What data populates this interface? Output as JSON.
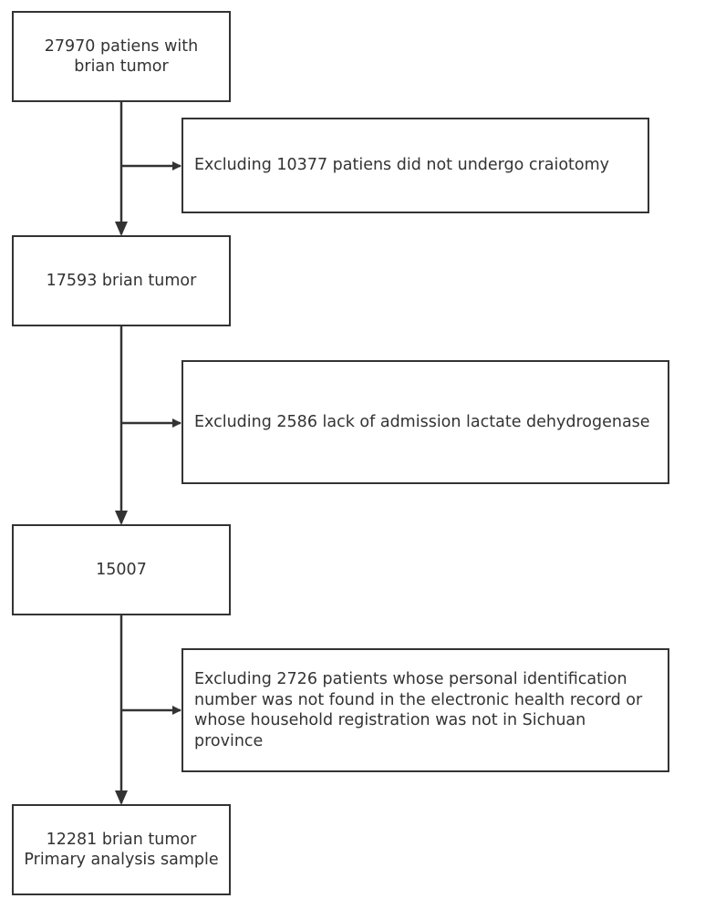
{
  "flow": {
    "step1": "27970 patiens with\nbrian tumor",
    "exclusion1": "Excluding 10377 patiens did not undergo craiotomy",
    "step2": "17593 brian tumor",
    "exclusion2": "Excluding 2586 lack of admission lactate dehydrogenase",
    "step3": "15007",
    "exclusion3": "Excluding 2726 patients whose personal identification\nnumber was not found in the electronic health record or\nwhose household registration was not in Sichuan\nprovince",
    "step4": "12281 brian tumor\nPrimary analysis sample"
  },
  "colors": {
    "line": "#333333",
    "text": "#333333",
    "background": "#ffffff"
  }
}
